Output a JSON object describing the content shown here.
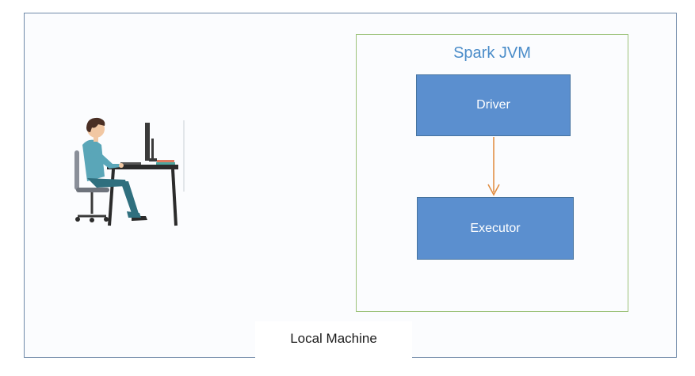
{
  "diagram": {
    "container_label": "Local Machine",
    "jvm_title": "Spark JVM",
    "nodes": {
      "driver": "Driver",
      "executor": "Executor"
    },
    "edges": [
      {
        "from": "Driver",
        "to": "Executor"
      }
    ]
  },
  "icons": {
    "user": "person-at-computer-icon"
  },
  "colors": {
    "outer_border": "#6f89a8",
    "jvm_border": "#9cc27a",
    "jvm_title": "#4a8cc9",
    "node_fill": "#5b8fcf",
    "arrow": "#e08a3c"
  }
}
